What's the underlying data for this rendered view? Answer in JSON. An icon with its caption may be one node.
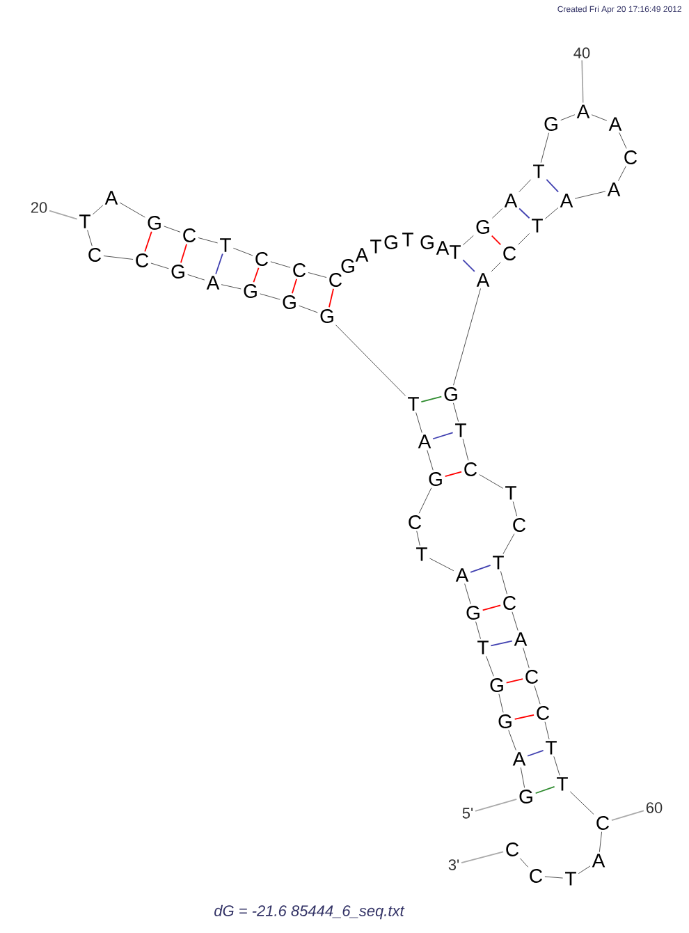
{
  "diagram": {
    "caption": "dG = -21.6 85444_6_seq.txt",
    "nodes": [
      {
        "text": [
          "G"
        ]
      },
      {
        "text": [
          "A"
        ]
      },
      {
        "text": [
          "G"
        ]
      },
      {
        "text": [
          "G"
        ]
      },
      {
        "text": [
          "T"
        ]
      },
      {
        "text": [
          "G"
        ]
      },
      {
        "text": [
          "A"
        ]
      },
      {
        "text": [
          "T"
        ]
      },
      {
        "text": [
          "C"
        ]
      },
      {
        "text": [
          "G"
        ]
      },
      {
        "text": [
          "A"
        ]
      },
      {
        "text": [
          "T"
        ]
      },
      {
        "text": [
          "G"
        ]
      },
      {
        "text": [
          "G"
        ]
      },
      {
        "text": [
          "G"
        ]
      },
      {
        "text": [
          "A"
        ]
      },
      {
        "text": [
          "G"
        ]
      },
      {
        "text": [
          "C"
        ]
      },
      {
        "text": [
          "C"
        ]
      },
      {
        "text": [
          "T"
        ]
      },
      {
        "text": [
          "A"
        ]
      },
      {
        "text": [
          "G"
        ]
      },
      {
        "text": [
          "C"
        ]
      },
      {
        "text": [
          "T"
        ]
      },
      {
        "text": [
          "C"
        ]
      },
      {
        "text": [
          "C"
        ]
      },
      {
        "text": [
          "C"
        ]
      },
      {
        "text": [
          "G"
        ]
      },
      {
        "text": [
          "A"
        ]
      },
      {
        "text": [
          "T"
        ]
      },
      {
        "text": [
          "G"
        ]
      },
      {
        "text": [
          "T"
        ]
      },
      {
        "text": [
          "G"
        ]
      },
      {
        "text": [
          "A"
        ]
      },
      {
        "text": [
          "T"
        ]
      },
      {
        "text": [
          "G"
        ]
      },
      {
        "text": [
          "A"
        ]
      },
      {
        "text": [
          "T"
        ]
      },
      {
        "text": [
          "G"
        ]
      },
      {
        "text": [
          "A"
        ]
      },
      {
        "text": [
          "A"
        ]
      },
      {
        "text": [
          "C"
        ]
      },
      {
        "text": [
          "A"
        ]
      },
      {
        "text": [
          "A"
        ]
      },
      {
        "text": [
          "T"
        ]
      },
      {
        "text": [
          "C"
        ]
      },
      {
        "text": [
          "A"
        ]
      },
      {
        "text": [
          "G"
        ]
      },
      {
        "text": [
          "T"
        ]
      },
      {
        "text": [
          "C"
        ]
      },
      {
        "text": [
          "T"
        ]
      },
      {
        "text": [
          "C"
        ]
      },
      {
        "text": [
          "T"
        ]
      },
      {
        "text": [
          "C"
        ]
      },
      {
        "text": [
          "A"
        ]
      },
      {
        "text": [
          "C"
        ]
      },
      {
        "text": [
          "C"
        ]
      },
      {
        "text": [
          "T"
        ]
      },
      {
        "text": [
          "T"
        ]
      },
      {
        "text": [
          "C"
        ]
      },
      {
        "text": [
          "A"
        ]
      },
      {
        "text": [
          "T"
        ]
      },
      {
        "text": [
          "C"
        ]
      },
      {
        "text": [
          "C"
        ]
      },
      {
        "text": [
          "5'"
        ]
      },
      {
        "text": [
          "20"
        ]
      },
      {
        "text": [
          "40"
        ]
      },
      {
        "text": [
          "60"
        ]
      },
      {
        "text": [
          "3'"
        ]
      }
    ],
    "edges": [
      {
        "from": 0,
        "to": 1,
        "arrow": "none"
      },
      {
        "from": 1,
        "to": 2,
        "arrow": "none"
      },
      {
        "from": 2,
        "to": 3,
        "arrow": "none"
      },
      {
        "from": 3,
        "to": 4,
        "arrow": "none"
      },
      {
        "from": 4,
        "to": 5,
        "arrow": "none"
      },
      {
        "from": 5,
        "to": 6,
        "arrow": "none"
      },
      {
        "from": 6,
        "to": 7,
        "arrow": "none"
      },
      {
        "from": 7,
        "to": 8,
        "arrow": "none"
      },
      {
        "from": 8,
        "to": 9,
        "arrow": "none"
      },
      {
        "from": 9,
        "to": 10,
        "arrow": "none"
      },
      {
        "from": 10,
        "to": 11,
        "arrow": "none"
      },
      {
        "from": 11,
        "to": 12,
        "arrow": "none"
      },
      {
        "from": 12,
        "to": 13,
        "arrow": "none"
      },
      {
        "from": 13,
        "to": 14,
        "arrow": "none"
      },
      {
        "from": 14,
        "to": 15,
        "arrow": "none"
      },
      {
        "from": 15,
        "to": 16,
        "arrow": "none"
      },
      {
        "from": 16,
        "to": 17,
        "arrow": "none"
      },
      {
        "from": 17,
        "to": 18,
        "arrow": "none"
      },
      {
        "from": 18,
        "to": 19,
        "arrow": "none"
      },
      {
        "from": 19,
        "to": 20,
        "arrow": "none"
      },
      {
        "from": 20,
        "to": 21,
        "arrow": "none"
      },
      {
        "from": 21,
        "to": 22,
        "arrow": "none"
      },
      {
        "from": 22,
        "to": 23,
        "arrow": "none"
      },
      {
        "from": 23,
        "to": 24,
        "arrow": "none"
      },
      {
        "from": 24,
        "to": 25,
        "arrow": "none"
      },
      {
        "from": 25,
        "to": 26,
        "arrow": "none"
      },
      {
        "from": 34,
        "to": 35,
        "arrow": "none"
      },
      {
        "from": 35,
        "to": 36,
        "arrow": "none"
      },
      {
        "from": 36,
        "to": 37,
        "arrow": "none"
      },
      {
        "from": 37,
        "to": 38,
        "arrow": "none"
      },
      {
        "from": 38,
        "to": 39,
        "arrow": "none"
      },
      {
        "from": 39,
        "to": 40,
        "arrow": "none"
      },
      {
        "from": 40,
        "to": 41,
        "arrow": "none"
      },
      {
        "from": 41,
        "to": 42,
        "arrow": "none"
      },
      {
        "from": 42,
        "to": 43,
        "arrow": "none"
      },
      {
        "from": 43,
        "to": 44,
        "arrow": "none"
      },
      {
        "from": 44,
        "to": 45,
        "arrow": "none"
      },
      {
        "from": 45,
        "to": 46,
        "arrow": "none"
      },
      {
        "from": 46,
        "to": 47,
        "arrow": "none"
      },
      {
        "from": 47,
        "to": 48,
        "arrow": "none"
      },
      {
        "from": 48,
        "to": 49,
        "arrow": "none"
      },
      {
        "from": 49,
        "to": 50,
        "arrow": "none"
      },
      {
        "from": 50,
        "to": 51,
        "arrow": "none"
      },
      {
        "from": 51,
        "to": 52,
        "arrow": "none"
      },
      {
        "from": 52,
        "to": 53,
        "arrow": "none"
      },
      {
        "from": 53,
        "to": 54,
        "arrow": "none"
      },
      {
        "from": 54,
        "to": 55,
        "arrow": "none"
      },
      {
        "from": 55,
        "to": 56,
        "arrow": "none"
      },
      {
        "from": 56,
        "to": 57,
        "arrow": "none"
      },
      {
        "from": 57,
        "to": 58,
        "arrow": "none"
      },
      {
        "from": 58,
        "to": 59,
        "arrow": "none"
      },
      {
        "from": 59,
        "to": 60,
        "arrow": "none"
      },
      {
        "from": 60,
        "to": 61,
        "arrow": "none"
      },
      {
        "from": 61,
        "to": 62,
        "arrow": "none"
      },
      {
        "from": 62,
        "to": 63,
        "arrow": "none"
      },
      {
        "from": 0,
        "to": 58,
        "arrow": "none",
        "color": "#2e8b2e"
      },
      {
        "from": 1,
        "to": 57,
        "arrow": "none",
        "color": "#4040b0"
      },
      {
        "from": 2,
        "to": 56,
        "arrow": "none",
        "color": "#ff0000"
      },
      {
        "from": 3,
        "to": 55,
        "arrow": "none",
        "color": "#ff0000"
      },
      {
        "from": 4,
        "to": 54,
        "arrow": "none",
        "color": "#4040b0"
      },
      {
        "from": 5,
        "to": 53,
        "arrow": "none",
        "color": "#ff0000"
      },
      {
        "from": 6,
        "to": 52,
        "arrow": "none",
        "color": "#4040b0"
      },
      {
        "from": 9,
        "to": 49,
        "arrow": "none",
        "color": "#ff0000"
      },
      {
        "from": 10,
        "to": 48,
        "arrow": "none",
        "color": "#4040b0"
      },
      {
        "from": 11,
        "to": 47,
        "arrow": "none",
        "color": "#2e8b2e"
      },
      {
        "from": 12,
        "to": 26,
        "arrow": "none",
        "color": "#ff0000"
      },
      {
        "from": 13,
        "to": 25,
        "arrow": "none",
        "color": "#ff0000"
      },
      {
        "from": 14,
        "to": 24,
        "arrow": "none",
        "color": "#ff0000"
      },
      {
        "from": 15,
        "to": 23,
        "arrow": "none",
        "color": "#4040b0"
      },
      {
        "from": 16,
        "to": 22,
        "arrow": "none",
        "color": "#ff0000"
      },
      {
        "from": 17,
        "to": 21,
        "arrow": "none",
        "color": "#ff0000"
      },
      {
        "from": 34,
        "to": 46,
        "arrow": "none",
        "color": "#4040b0"
      },
      {
        "from": 35,
        "to": 45,
        "arrow": "none",
        "color": "#ff0000"
      },
      {
        "from": 36,
        "to": 44,
        "arrow": "none",
        "color": "#4040b0"
      },
      {
        "from": 37,
        "to": 43,
        "arrow": "none",
        "color": "#4040b0"
      },
      {
        "from": 64,
        "to": 0,
        "arrow": "none",
        "color": "#aaaaaa"
      },
      {
        "from": 65,
        "to": 19,
        "arrow": "none",
        "color": "#aaaaaa"
      },
      {
        "from": 66,
        "to": 39,
        "arrow": "none",
        "color": "#aaaaaa"
      },
      {
        "from": 67,
        "to": 59,
        "arrow": "none",
        "color": "#aaaaaa"
      },
      {
        "from": 68,
        "to": 63,
        "arrow": "none",
        "color": "#aaaaaa"
      }
    ],
    "labels": [
      "Created Fri Apr 20 17:16:49 2012"
    ]
  }
}
